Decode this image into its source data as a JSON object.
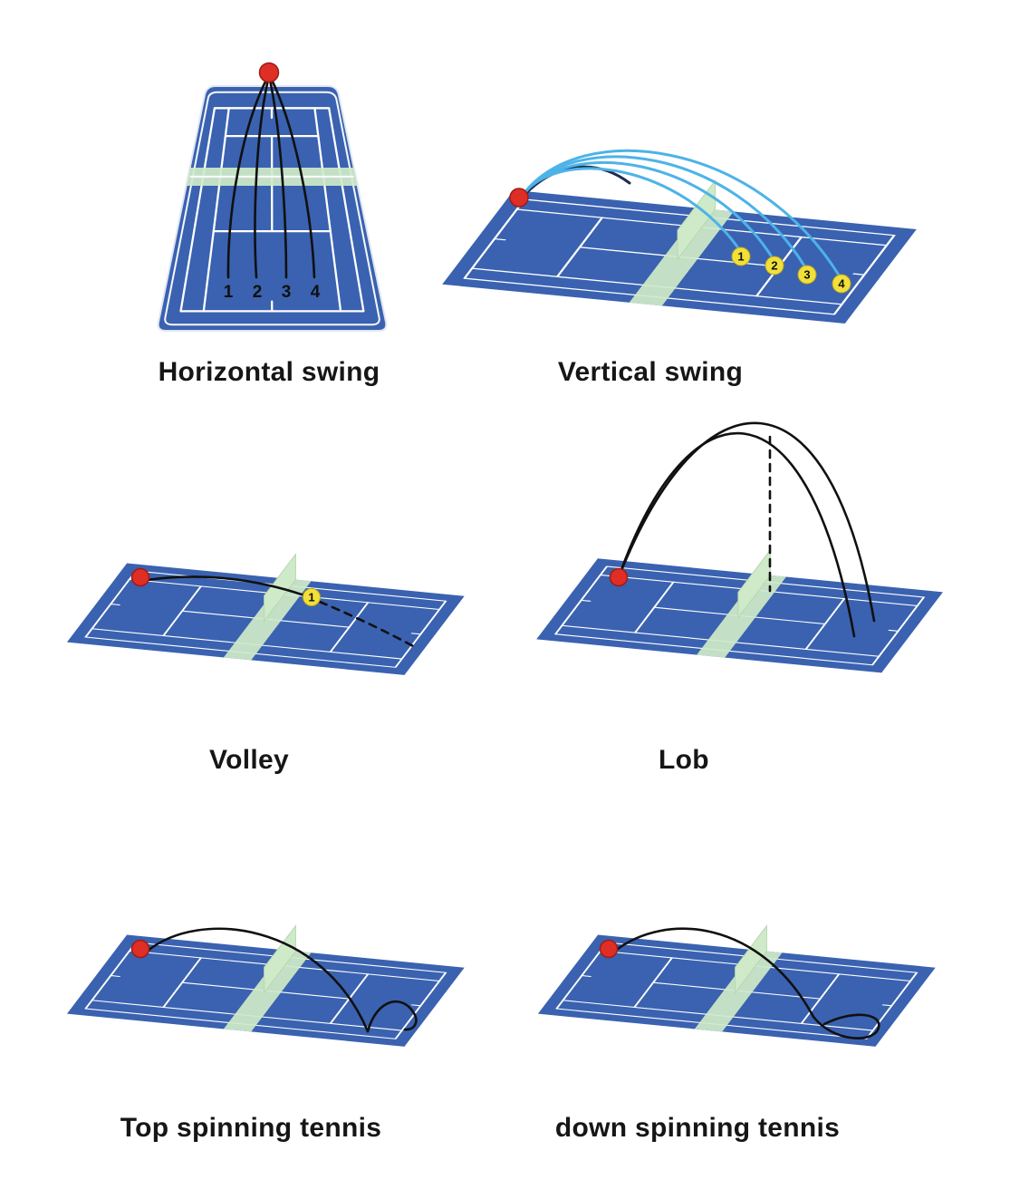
{
  "figure": {
    "background": "#ffffff",
    "colors": {
      "court_blue": "#3a62b0",
      "line_white": "#ffffff",
      "net_green": "#cfeac8",
      "ball_red": "#df2e25",
      "marker_yellow": "#f2e03a",
      "arc_cyan": "#4db3e8",
      "arc_dark_navy": "#1d2b52",
      "trajectory_black": "#101010",
      "label_text": "#161616"
    },
    "panels": [
      {
        "id": "horizontal-swing",
        "label": "Horizontal swing",
        "markers": [
          "1",
          "2",
          "3",
          "4"
        ]
      },
      {
        "id": "vertical-swing",
        "label": "Vertical swing",
        "markers": [
          "1",
          "2",
          "3",
          "4"
        ]
      },
      {
        "id": "volley",
        "label": "Volley",
        "markers": [
          "1"
        ]
      },
      {
        "id": "lob",
        "label": "Lob",
        "markers": []
      },
      {
        "id": "top-spin",
        "label": "Top spinning tennis",
        "markers": []
      },
      {
        "id": "down-spin",
        "label": "down spinning tennis",
        "markers": []
      }
    ]
  }
}
